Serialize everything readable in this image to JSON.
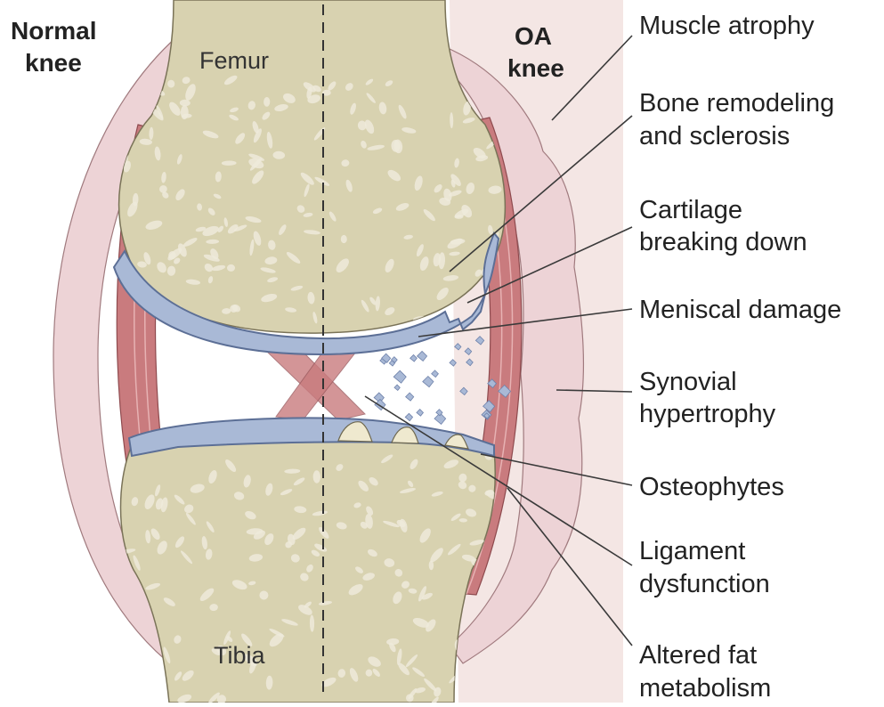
{
  "headers": {
    "normal": [
      "Normal",
      "knee"
    ],
    "oa": [
      "OA",
      "knee"
    ]
  },
  "bones": {
    "femur": "Femur",
    "tibia": "Tibia"
  },
  "labels": [
    {
      "id": "muscle-atrophy",
      "lines": [
        "Muscle atrophy"
      ]
    },
    {
      "id": "bone-remodeling",
      "lines": [
        "Bone remodeling",
        "and sclerosis"
      ]
    },
    {
      "id": "cartilage-breaking-down",
      "lines": [
        "Cartilage",
        "breaking down"
      ]
    },
    {
      "id": "meniscal-damage",
      "lines": [
        "Meniscal damage"
      ]
    },
    {
      "id": "synovial-hypertrophy",
      "lines": [
        "Synovial",
        "hypertrophy"
      ]
    },
    {
      "id": "osteophytes",
      "lines": [
        "Osteophytes"
      ]
    },
    {
      "id": "ligament-dysfunction",
      "lines": [
        "Ligament",
        "dysfunction"
      ]
    },
    {
      "id": "altered-fat-metabolism",
      "lines": [
        "Altered fat",
        "metabolism"
      ]
    }
  ],
  "colors": {
    "bone": "#d8d2b0",
    "bone_pore": "#efeadb",
    "cartilage": "#a9b9d6",
    "muscle": "#c97b7e",
    "capsule": "#edd3d6",
    "soft_tissue": "#f4e6e4"
  }
}
